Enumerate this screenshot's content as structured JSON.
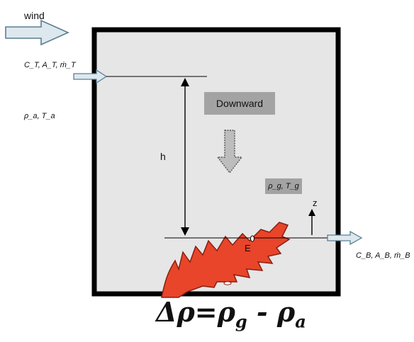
{
  "labels": {
    "wind": "wind",
    "top_vent": "C_T, A_T, ṁ_T",
    "ambient": "ρ_a, T_a",
    "height": "h",
    "downward": "Downward",
    "gas": "ρ_g, T_g",
    "z_axis": "z",
    "point_e": "E",
    "bottom_vent": "C_B, A_B, ṁ_B"
  },
  "formula": {
    "lhs": "Δρ",
    "eq": "=",
    "rho1": "ρ",
    "sub1": "g",
    "minus": " - ",
    "rho2": "ρ",
    "sub2": "a"
  },
  "colors": {
    "room_fill": "#e6e6e6",
    "wall": "#000000",
    "vent_fill": "#dde8ee",
    "vent_stroke": "#5a7f92",
    "fire_fill": "#e8452a",
    "fire_stroke": "#8a1e10",
    "label_box": "#a3a3a3"
  }
}
